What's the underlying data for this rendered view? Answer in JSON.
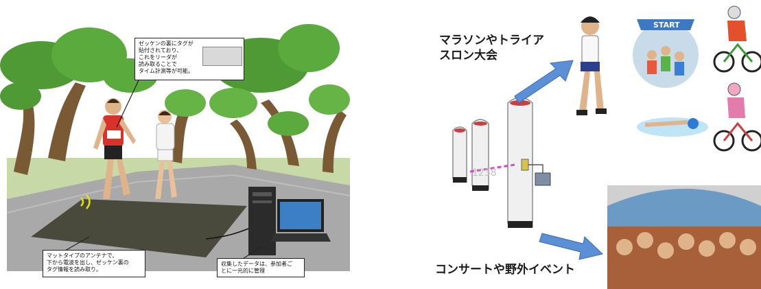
{
  "left_scene": {
    "tag_callout": [
      "ゼッケンの裏にタグが",
      "貼付されており、",
      "これをリーダが",
      "読み取ることで",
      "タイム計測等が可能。"
    ],
    "mat_callout": [
      "マットタイプのアンテナで、",
      "下から電波を出し、ゼッケン裏の",
      "タグ情報を読み取り。"
    ],
    "data_callout": [
      "収集したデータは、参加者ご",
      "とに一元的に管理"
    ]
  },
  "right_scene": {
    "marathon_label": [
      "マラソンやトライア",
      "スロン大会"
    ],
    "concert_label": "コンサートや野外イベント",
    "start_banner": "START",
    "tag_number": "1238"
  }
}
